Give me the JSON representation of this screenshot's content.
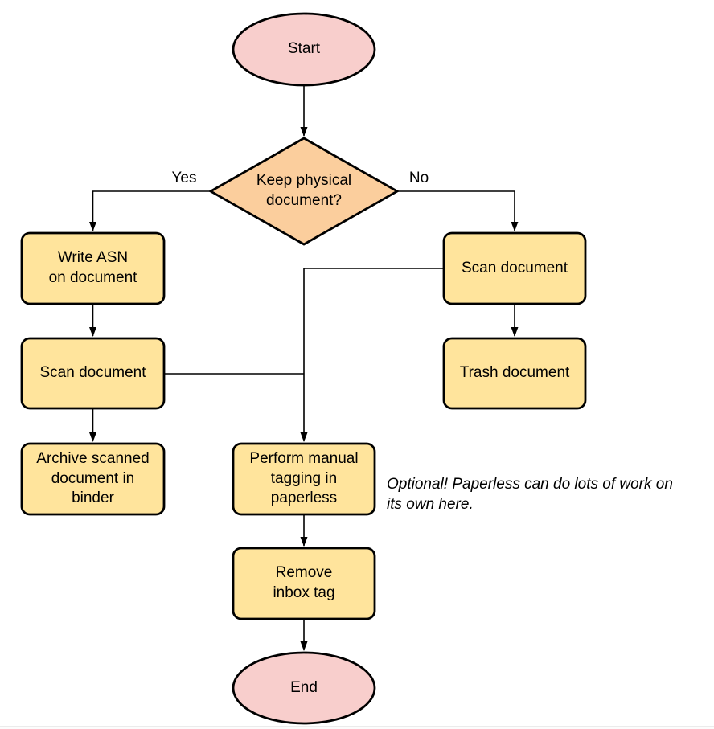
{
  "colors": {
    "terminal_fill": "#f8cecc",
    "decision_fill": "#fbce9d",
    "process_fill": "#ffe49c",
    "stroke": "#000000"
  },
  "nodes": {
    "start": {
      "label": "Start",
      "type": "terminal"
    },
    "decision": {
      "label": "Keep physical\ndocument?",
      "type": "decision"
    },
    "write_asn": {
      "label": "Write ASN\non document",
      "type": "process"
    },
    "scan_left": {
      "label": "Scan document",
      "type": "process"
    },
    "archive": {
      "label": "Archive scanned\ndocument in\nbinder",
      "type": "process"
    },
    "scan_right": {
      "label": "Scan document",
      "type": "process"
    },
    "trash": {
      "label": "Trash document",
      "type": "process"
    },
    "tagging": {
      "label": "Perform manual\ntagging in\npaperless",
      "type": "process"
    },
    "remove_inbox": {
      "label": "Remove\ninbox tag",
      "type": "process"
    },
    "end": {
      "label": "End",
      "type": "terminal"
    }
  },
  "edges": {
    "yes_label": "Yes",
    "no_label": "No"
  },
  "annotation": {
    "text": "Optional! Paperless can do lots of work on\nits own here."
  }
}
